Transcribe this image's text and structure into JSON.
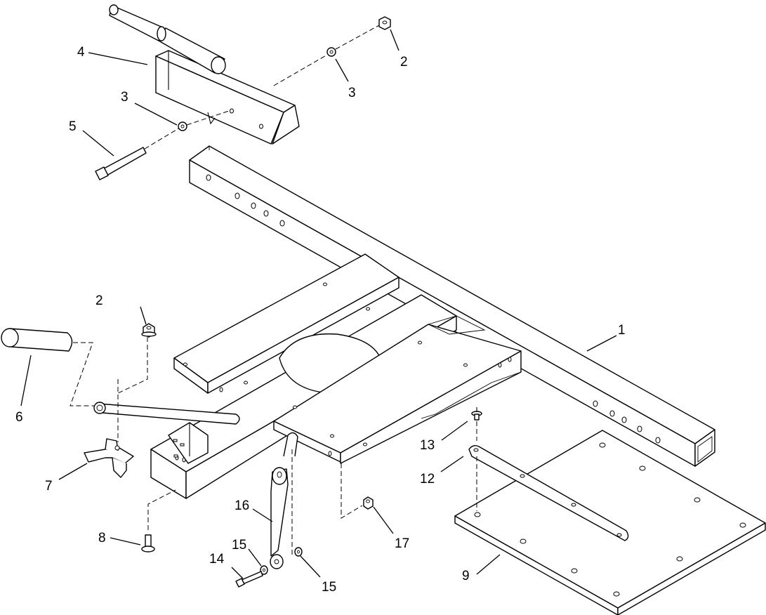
{
  "callouts": [
    {
      "id": "1",
      "text": "1",
      "part": "main frame"
    },
    {
      "id": "2a",
      "text": "2",
      "part": "flange nut"
    },
    {
      "id": "2b",
      "text": "2",
      "part": "flange nut"
    },
    {
      "id": "3a",
      "text": "3",
      "part": "washer"
    },
    {
      "id": "3b",
      "text": "3",
      "part": "washer"
    },
    {
      "id": "4",
      "text": "4",
      "part": "shock mount bracket"
    },
    {
      "id": "5",
      "text": "5",
      "part": "bolt"
    },
    {
      "id": "6",
      "text": "6",
      "part": "handle grip"
    },
    {
      "id": "7",
      "text": "7",
      "part": "latch clip"
    },
    {
      "id": "8",
      "text": "8",
      "part": "shoulder bolt"
    },
    {
      "id": "9",
      "text": "9",
      "part": "seat plate"
    },
    {
      "id": "12",
      "text": "12",
      "part": "strap"
    },
    {
      "id": "13",
      "text": "13",
      "part": "rivet"
    },
    {
      "id": "14",
      "text": "14",
      "part": "bolt"
    },
    {
      "id": "15a",
      "text": "15",
      "part": "washer"
    },
    {
      "id": "15b",
      "text": "15",
      "part": "washer"
    },
    {
      "id": "16",
      "text": "16",
      "part": "link"
    },
    {
      "id": "17",
      "text": "17",
      "part": "nut"
    }
  ]
}
